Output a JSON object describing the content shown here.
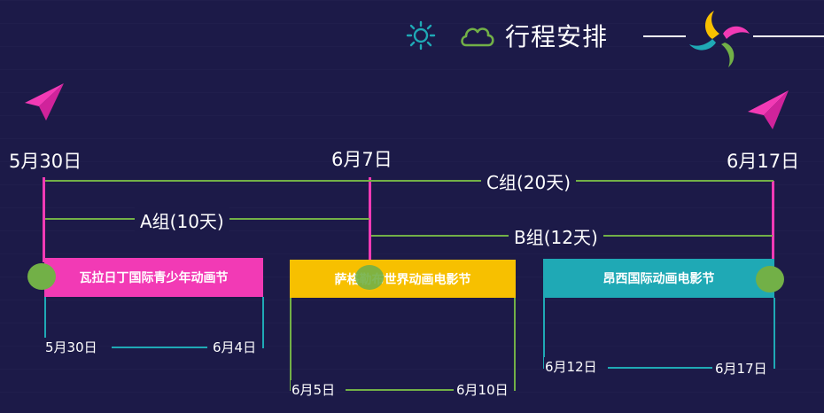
{
  "header": {
    "title": "行程安排"
  },
  "timeline": {
    "dates": [
      "5月30日",
      "6月7日",
      "6月17日"
    ]
  },
  "groups": [
    {
      "label": "A组(10天)"
    },
    {
      "label": "B组(12天)"
    },
    {
      "label": "C组(20天)"
    }
  ],
  "festivals": [
    {
      "name": "瓦拉日丁国际青少年动画节",
      "start": "5月30日",
      "end": "6月4日"
    },
    {
      "name": "萨格勒布世界动画电影节",
      "start": "6月5日",
      "end": "6月10日"
    },
    {
      "name": "昂西国际动画电影节",
      "start": "6月12日",
      "end": "6月17日"
    }
  ],
  "colors": {
    "background": "#1c1a48",
    "magenta": "#f23ab5",
    "green": "#72b047",
    "teal": "#1fa9b5",
    "yellow": "#f7c000",
    "white": "#ffffff"
  },
  "icons": [
    "sun-icon",
    "cloud-icon",
    "pinwheel-logo-icon",
    "paper-plane-icon"
  ]
}
